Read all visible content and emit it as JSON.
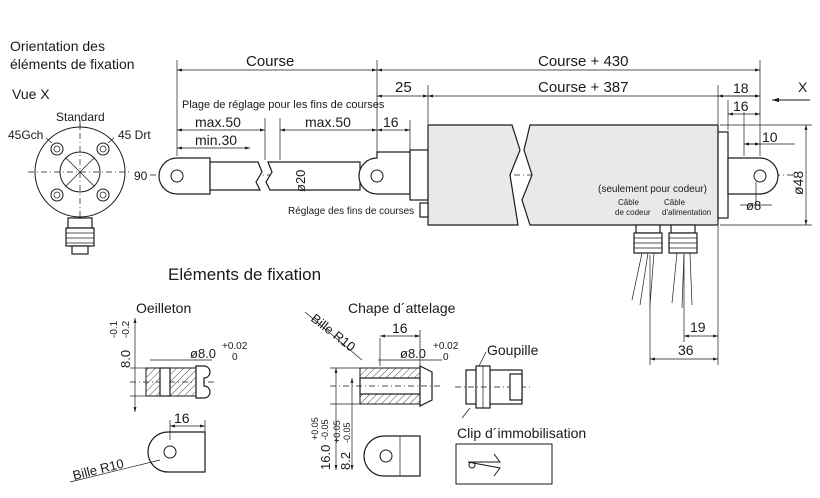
{
  "orientation": {
    "title_line1": "Orientation des",
    "title_line2": "éléments de fixation",
    "view_label": "Vue X",
    "standard": "Standard",
    "left": "45Gch",
    "right": "45 Drt",
    "angle": "90"
  },
  "dimensions": {
    "course": "Course",
    "course_430": "Course  +  430",
    "course_387": "Course  +  387",
    "d25": "25",
    "d18": "18",
    "d16_right": "16",
    "d10": "10",
    "d48": "ø48",
    "d8": "ø8",
    "x_label": "X",
    "plage": "Plage de réglage pour les fins de courses",
    "max50_a": "max.50",
    "max50_b": "max.50",
    "min30": "min.30",
    "d16_mid": "16",
    "d20": "ø20",
    "reglage": "Réglage des fins de courses",
    "codeur_note": "(seulement pour codeur)",
    "cable_codeur_1": "Câble",
    "cable_codeur_2": "de codeur",
    "cable_alim_1": "Câble",
    "cable_alim_2": "d'alimentation",
    "d19": "19",
    "d36": "36"
  },
  "fixation": {
    "title": "Eléments de fixation",
    "oeilleton": "Oeilleton",
    "oeil_tol_top": "-0.1",
    "oeil_tol_bot": "-0.2",
    "oeil_dim": "8.0",
    "oeil_bore": "ø8.0",
    "oeil_bore_tol_top": "+0.02",
    "oeil_bore_tol_bot": "0",
    "oeil_16": "16",
    "oeil_bille": "Bille  R10",
    "chape": "Chape d´attelage",
    "chape_bille": "Bille  R10",
    "chape_16": "16",
    "chape_bore": "ø8.0",
    "chape_bore_tol_top": "+0.02",
    "chape_bore_tol_bot": "0",
    "chape_16_0": "16.0",
    "chape_16_tol_top": "+0.05",
    "chape_16_tol_bot": "-0.05",
    "chape_82": "8.2",
    "chape_82_tol_top": "+0.05",
    "chape_82_tol_bot": "-0.05",
    "goupille": "Goupille",
    "clip": "Clip d´immobilisation"
  }
}
